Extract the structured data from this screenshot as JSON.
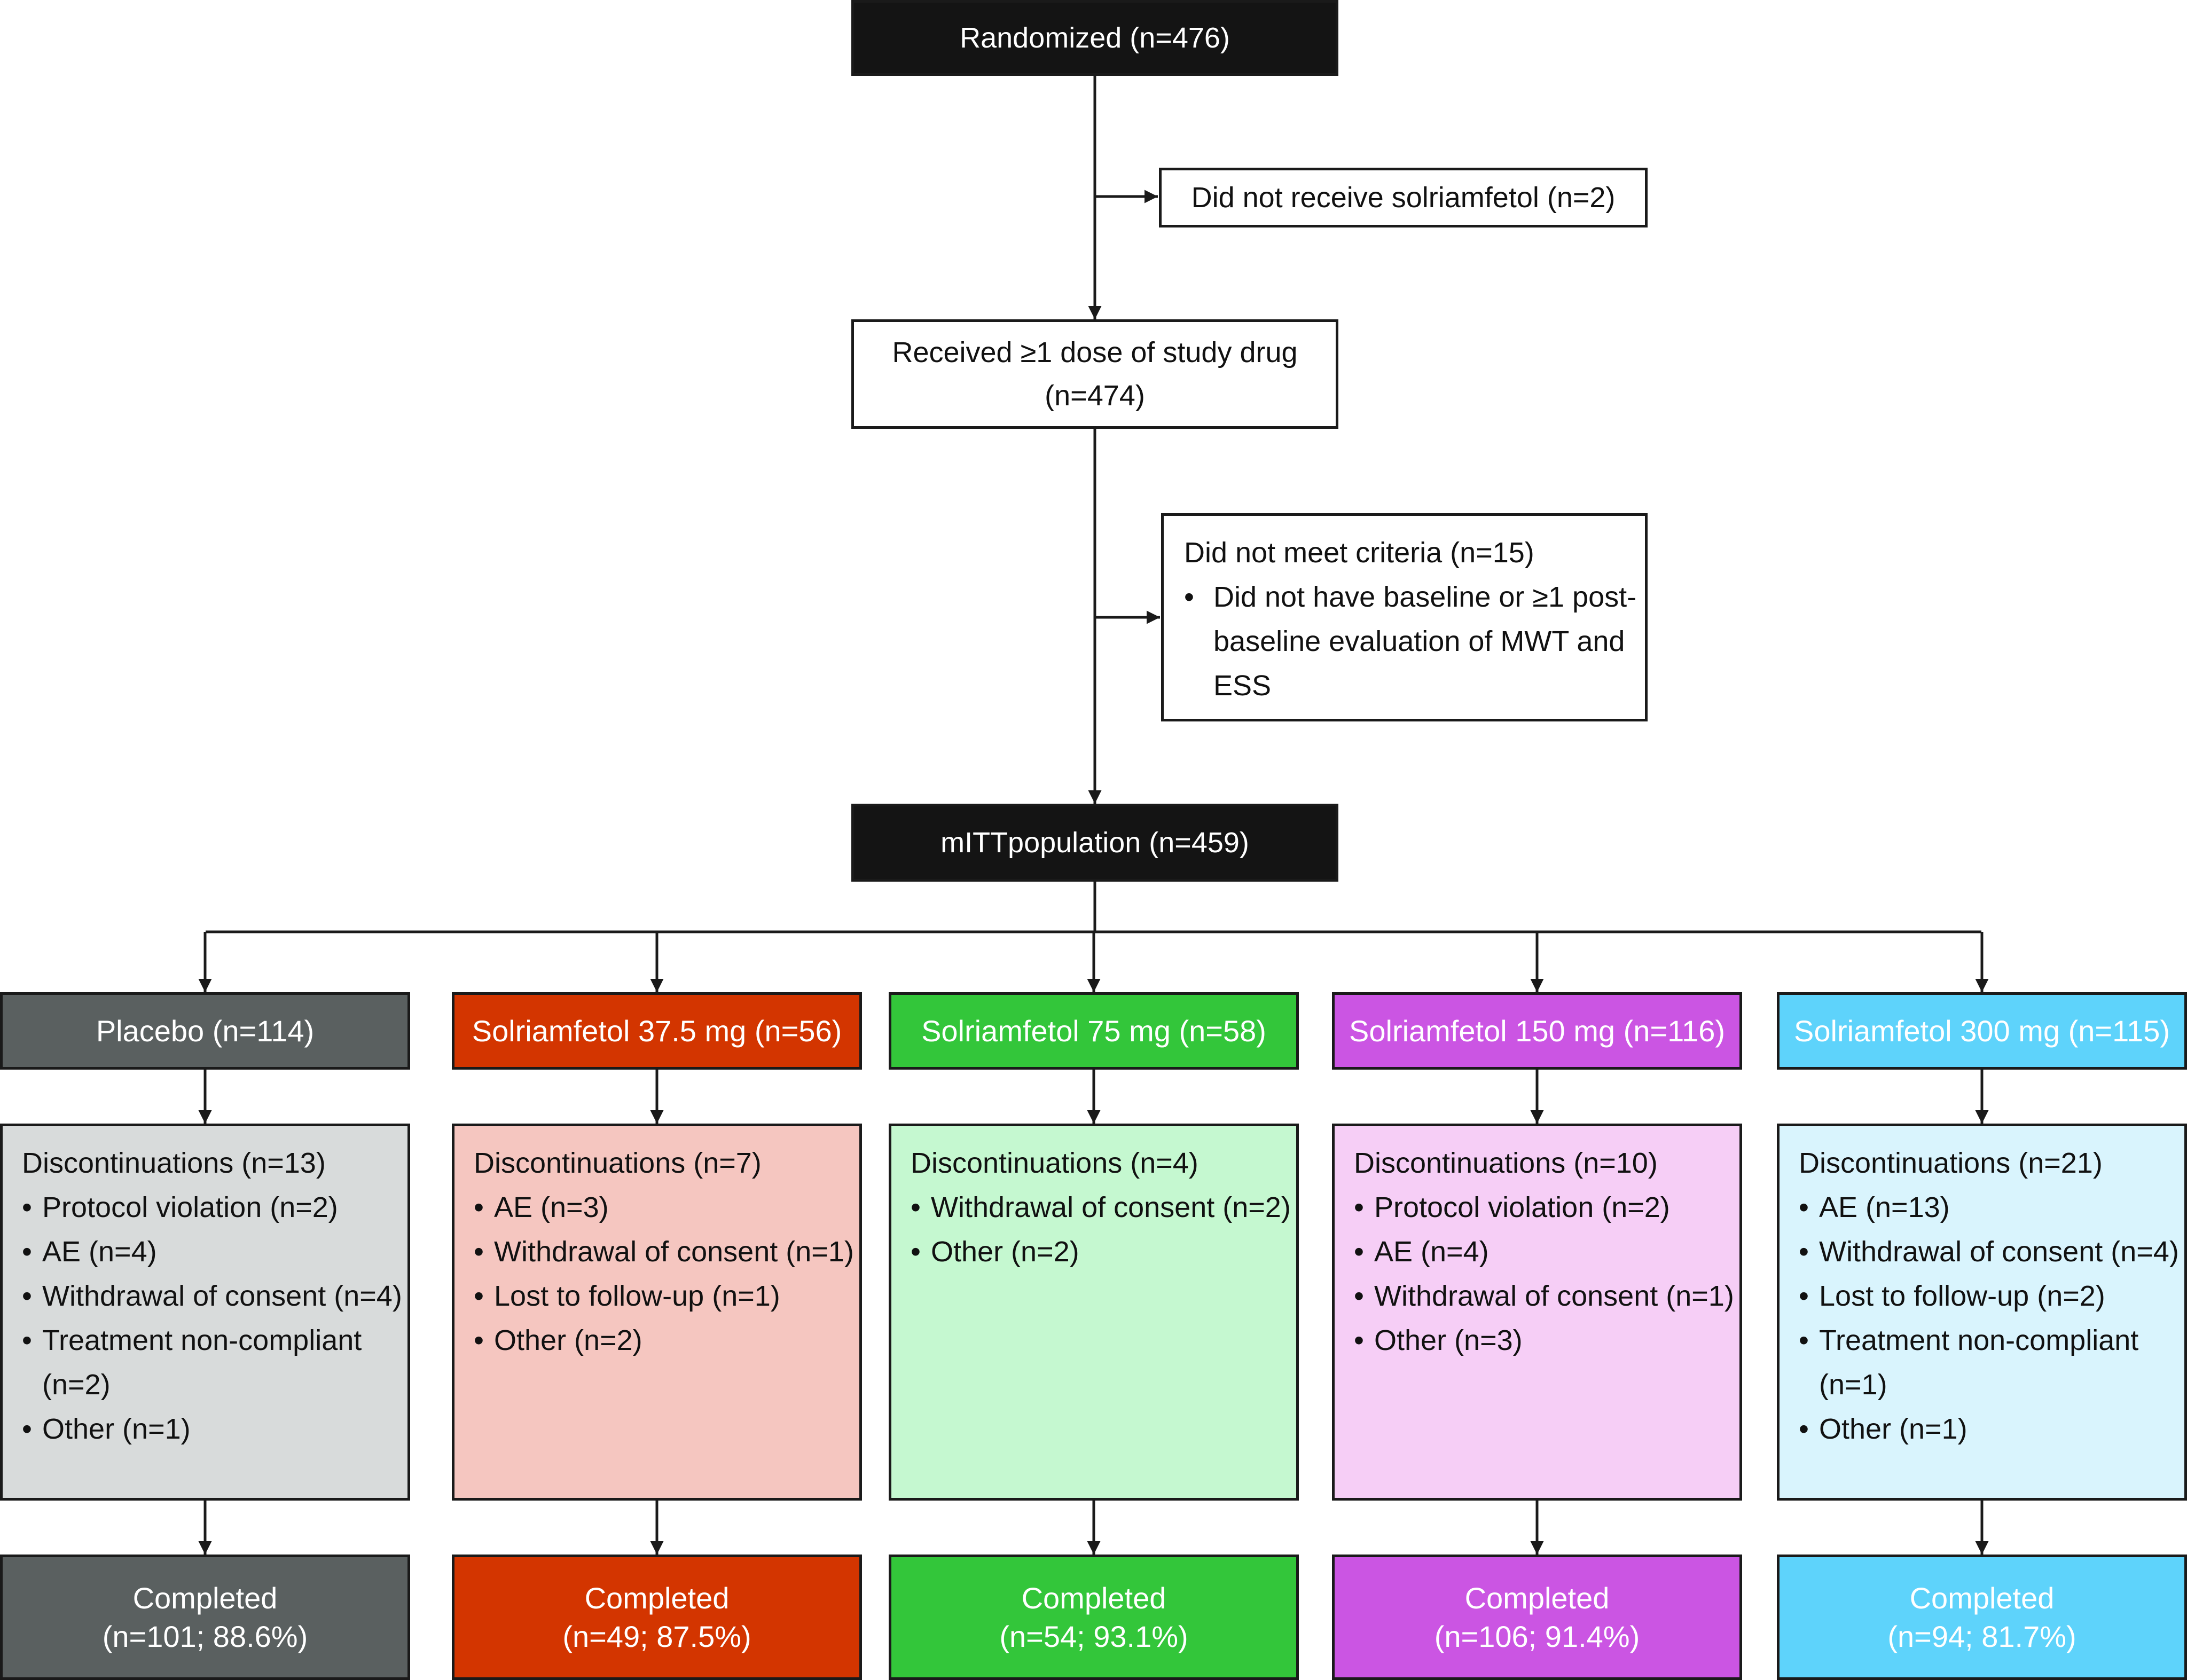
{
  "top": {
    "randomized": "Randomized (n=476)",
    "excluded_dose": "Did not receive solriamfetol (n=2)",
    "received_line1": "Received ≥1 dose of study drug",
    "received_line2": "(n=474)",
    "criteria_title": "Did not meet criteria (n=15)",
    "criteria_bullet": "Did not have baseline or ≥1 post-baseline evaluation of MWT and ESS",
    "mitt": "mITTpopulation (n=459)"
  },
  "arms": [
    {
      "name": "Placebo (n=114)",
      "color": "#5a6060",
      "light": "#d8dbdb",
      "disc_title": "Discontinuations (n=13)",
      "disc_items": [
        "Protocol violation (n=2)",
        "AE (n=4)",
        "Withdrawal of consent (n=4)",
        "Treatment non-compliant (n=2)",
        "Other (n=1)"
      ],
      "completed_label": "Completed",
      "completed_value": "(n=101; 88.6%)"
    },
    {
      "name": "Solriamfetol 37.5 mg (n=56)",
      "color": "#d33500",
      "light": "#f5c6c0",
      "disc_title": "Discontinuations (n=7)",
      "disc_items": [
        "AE (n=3)",
        "Withdrawal of consent (n=1)",
        "Lost to follow-up (n=1)",
        "Other (n=2)"
      ],
      "completed_label": "Completed",
      "completed_value": "(n=49; 87.5%)"
    },
    {
      "name": "Solriamfetol 75 mg (n=58)",
      "color": "#33c63a",
      "light": "#c5f8d0",
      "disc_title": "Discontinuations (n=4)",
      "disc_items": [
        "Withdrawal of consent (n=2)",
        "Other (n=2)"
      ],
      "completed_label": "Completed",
      "completed_value": "(n=54; 93.1%)"
    },
    {
      "name": "Solriamfetol 150 mg (n=116)",
      "color": "#cb55e3",
      "light": "#f6cef6",
      "disc_title": "Discontinuations (n=10)",
      "disc_items": [
        "Protocol violation (n=2)",
        "AE (n=4)",
        "Withdrawal of consent (n=1)",
        "Other (n=3)"
      ],
      "completed_label": "Completed",
      "completed_value": "(n=106; 91.4%)"
    },
    {
      "name": "Solriamfetol 300 mg (n=115)",
      "color": "#5ed3fb",
      "light": "#d9f4fd",
      "disc_title": "Discontinuations (n=21)",
      "disc_items": [
        "AE (n=13)",
        "Withdrawal of consent (n=4)",
        "Lost to follow-up (n=2)",
        "Treatment non-compliant (n=1)",
        "Other (n=1)"
      ],
      "completed_label": "Completed",
      "completed_value": "(n=94; 81.7%)"
    }
  ]
}
